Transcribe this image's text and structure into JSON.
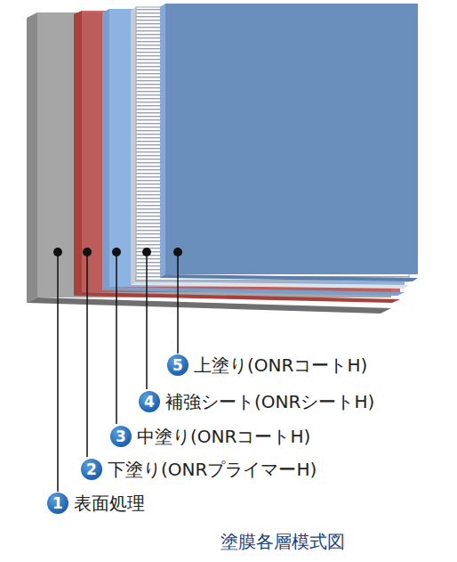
{
  "diagram": {
    "caption": "塗膜各層模式図",
    "labels": [
      "5",
      "上塗り(ONRコートH)",
      "4",
      "補強シート(ONRシートH)",
      "3",
      "中塗り(ONRコートH)",
      "2",
      "下塗り(ONRプライマーH)",
      "1",
      "表面処理"
    ]
  }
}
